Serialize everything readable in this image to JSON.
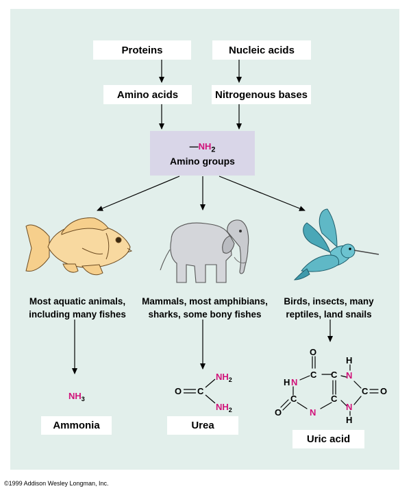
{
  "sources": {
    "proteins": "Proteins",
    "nucleic_acids": "Nucleic acids"
  },
  "intermediates": {
    "amino_acids": "Amino acids",
    "nitrogenous_bases": "Nitrogenous bases"
  },
  "amino_groups": {
    "formula_prefix": "—",
    "formula_n": "NH",
    "formula_sub": "2",
    "label": "Amino groups"
  },
  "animals": [
    {
      "name": "fish",
      "caption_line1": "Most aquatic animals,",
      "caption_line2": "including many fishes"
    },
    {
      "name": "elephant",
      "caption_line1": "Mammals, most amphibians,",
      "caption_line2": "sharks, some bony fishes"
    },
    {
      "name": "hummingbird",
      "caption_line1": "Birds, insects, many",
      "caption_line2": "reptiles, land snails"
    }
  ],
  "products": {
    "ammonia": {
      "label": "Ammonia",
      "formula": "NH",
      "sub": "3"
    },
    "urea": {
      "label": "Urea",
      "o": "O",
      "c": "C",
      "nh": "NH",
      "sub": "2"
    },
    "uric_acid": {
      "label": "Uric acid",
      "o": "O",
      "c": "C",
      "n": "N",
      "h": "H"
    }
  },
  "colors": {
    "panel": "#e2efeb",
    "amino_box": "#d9d6e8",
    "nitrogen": "#d1127a"
  },
  "copyright": "©1999 Addison Wesley Longman, Inc."
}
